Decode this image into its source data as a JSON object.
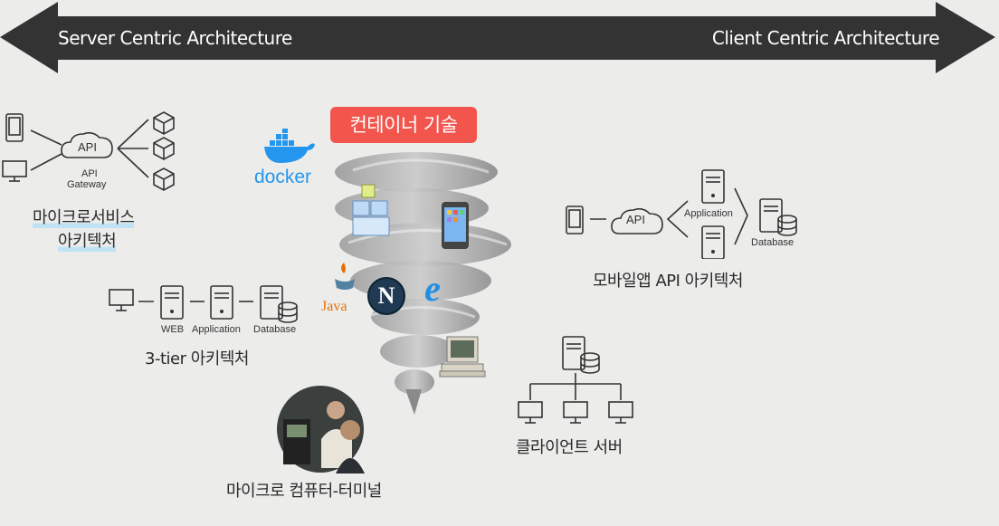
{
  "header": {
    "left_label": "Server Centric  Architecture",
    "right_label": "Client Centric Architecture"
  },
  "center": {
    "tag": "컨테이너 기술",
    "docker_text": "docker",
    "java_text": "Java",
    "netscape_letter": "N",
    "ie_letter": "e"
  },
  "microservices": {
    "api_cloud": "API",
    "gateway_label_1": "API",
    "gateway_label_2": "Gateway",
    "title_1": "마이크로서비스",
    "title_2": "아키텍처"
  },
  "three_tier": {
    "labels": [
      "WEB",
      "Application",
      "Database"
    ],
    "title": "3-tier 아키텍처"
  },
  "mobile_api": {
    "api_cloud": "API",
    "application": "Application",
    "database": "Database",
    "title": "모바일앱 API 아키텍처"
  },
  "client_server": {
    "title": "클라이언트 서버"
  },
  "microcomputer": {
    "title": "마이크로 컴퓨터-터미널"
  },
  "colors": {
    "arrow": "#333333",
    "tag": "#f2554c",
    "docker": "#2496ed",
    "java": "#e76f00",
    "highlight": "#bfe3f5"
  }
}
